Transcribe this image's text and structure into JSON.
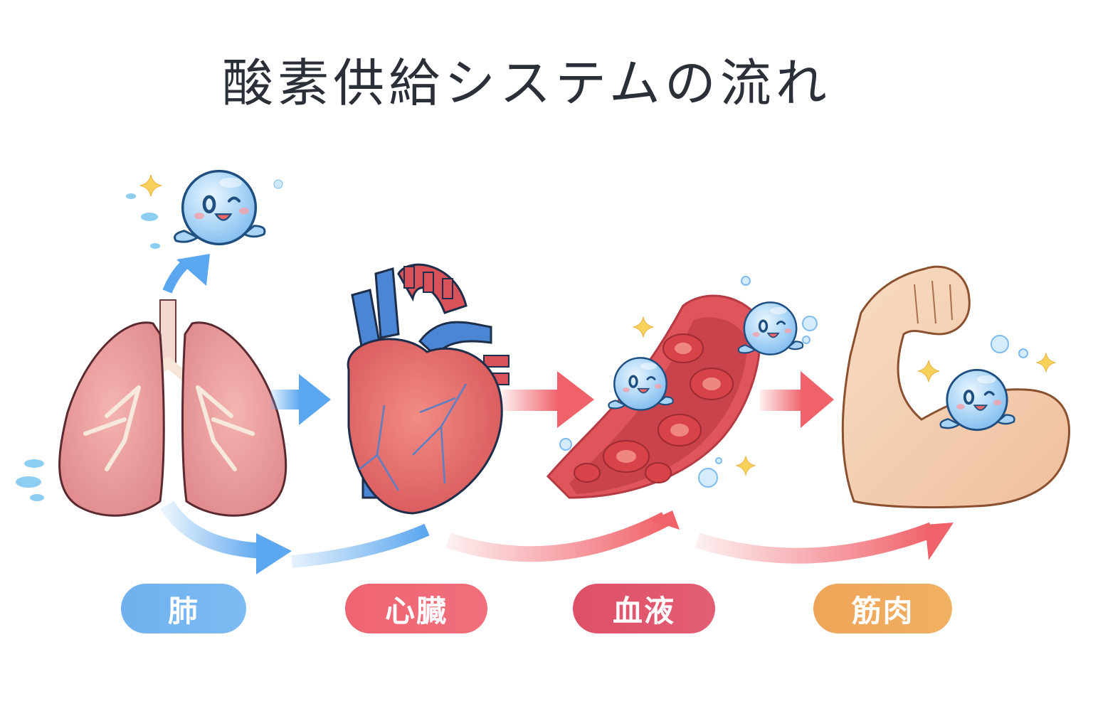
{
  "title": "酸素供給システムの流れ",
  "stages": [
    {
      "id": "lung",
      "label": "肺",
      "color": "#74b5f1",
      "icon": "lungs-icon"
    },
    {
      "id": "heart",
      "label": "心臓",
      "color": "#f06a78",
      "icon": "heart-icon"
    },
    {
      "id": "blood",
      "label": "血液",
      "color": "#df566d",
      "icon": "blood-vessel-icon"
    },
    {
      "id": "muscle",
      "label": "筋肉",
      "color": "#f0aa5d",
      "icon": "flexed-arm-icon"
    }
  ],
  "arrows": {
    "oxygen_color": "#5aa6ef",
    "blood_color": "#f0626a"
  },
  "mascot": {
    "name": "oxygen-droplet",
    "color": "#a9d4f6",
    "outline": "#1f4f80"
  }
}
